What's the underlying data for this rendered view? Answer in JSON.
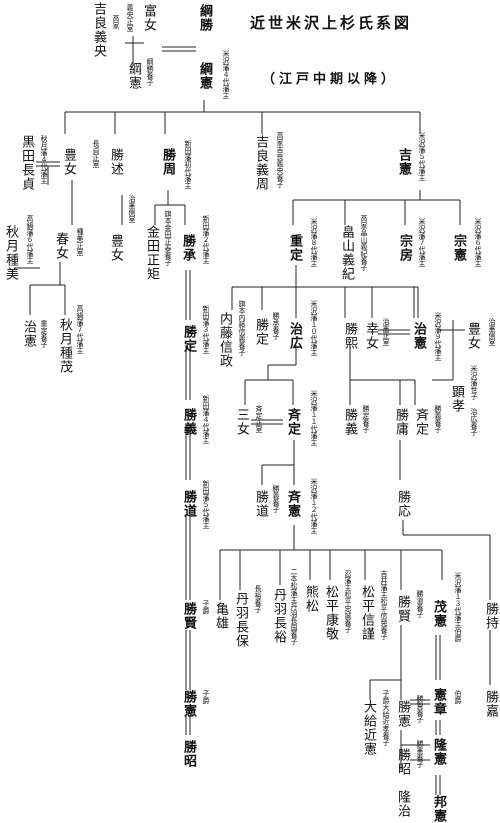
{
  "title": "近世米沢上杉氏系図",
  "subtitle": "（江戸中期以降）",
  "people": {
    "yoshinaka": "吉良義央",
    "tomime": "富女",
    "tsunakatsu": "綱勝",
    "tsunanori": "綱憲",
    "kuroda": "黒田長貞",
    "toyome1": "豊女",
    "katsunobu": "勝述",
    "katsuchika": "勝周",
    "yoshichika": "吉良義周",
    "yoshinori": "吉憲",
    "akizuki1": "秋月種美",
    "harume": "春女",
    "toyome2": "豊女",
    "kaneda": "金田正矩",
    "katsuyoshi": "勝承",
    "shigesada": "重定",
    "hatakeyama": "畠山義紀",
    "munefusa": "宗房",
    "munenori": "宗憲",
    "haruori": "治憲",
    "akizuki2": "秋月種茂",
    "naito": "内藤信政",
    "katsusada1": "勝定",
    "katsusada2": "勝定",
    "haruhiro": "治広",
    "katsuhiro": "勝熙",
    "sachime": "幸女",
    "haruori2": "治憲",
    "toyome3": "豊女",
    "akitaka": "顕孝",
    "sanjo": "三女",
    "narisada": "斉定",
    "katsuyoshi2": "勝義",
    "katsuyoshi3": "勝義",
    "katsuhiro2": "勝庸",
    "narisada2": "斉定",
    "katsumichi1": "勝道",
    "katsumichi2": "勝道",
    "narinori": "斉憲",
    "katsunori": "勝応",
    "kameo": "亀雄",
    "tanba2": "丹羽長保",
    "tanba1": "丹羽長裕",
    "kumamatsu": "熊松",
    "matsudaira1": "松平康敬",
    "matsudaira2": "松平信謹",
    "katsukata": "勝賢",
    "mochinori": "茂憲",
    "katsumochi": "勝持",
    "katsukata2": "勝賢",
    "katsunori2": "勝憲",
    "onokyu": "大給近憲",
    "katsunori3": "勝憲",
    "noriaki": "憲章",
    "katsuyoshi4": "勝嘉",
    "katsuaki": "勝昭",
    "katsuaki2": "勝昭",
    "takanori": "隆憲",
    "takaharu": "隆治",
    "kuninori": "邦憲"
  },
  "notes": {
    "n_tomime": "義央正室",
    "n_yoshinaka": "高家",
    "n_tsunakatsu": "米沢藩４代藩主",
    "n_tsunanori": "綱勝養子",
    "n_kuroda": "秋月藩４代藩主",
    "n_toyome1": "長貞正室",
    "n_katsuchika": "新田藩初代藩主",
    "n_yoshichika": "高家吉良義央養子",
    "n_yoshinori": "米沢藩５代藩主",
    "n_akizuki1": "高鍋藩６代藩主",
    "n_harume": "種美正室",
    "n_toyome2": "治憲側室",
    "n_kaneda": "旗本金田正泰養子",
    "n_katsuyoshi": "新田藩２代藩主",
    "n_shigesada": "米沢藩８代藩主",
    "n_hatakeyama": "高家畠山義紀養子",
    "n_munefusa": "米沢藩７代藩主",
    "n_munenori": "米沢藩６代藩主",
    "n_haruori": "重定養子",
    "n_akizuki2": "高鍋藩７代藩主",
    "n_naito": "旗本内藤信義養子",
    "n_katsusada1": "勝承養子",
    "n_katsusada2": "新田藩３代藩主",
    "n_haruhiro": "米沢藩１０代藩主",
    "n_sachime": "治憲正室",
    "n_haruori2": "米沢藩９代藩主",
    "n_toyome3": "治憲側室",
    "n_akitaka": "米沢藩世子 治広養子",
    "n_sanjo": "斉定正室",
    "n_narisada": "米沢藩１１代藩主",
    "n_katsuyoshi2": "新田藩４代藩主",
    "n_katsuyoshi3": "勝定養子",
    "n_narisada2": "勝義養子",
    "n_katsumichi2": "勝義養子",
    "n_katsumichi1": "新田藩５代藩主",
    "n_narinori": "米沢藩１２代藩主",
    "n_tanba1": "二本松藩主丹羽長国養子",
    "n_tanba2": "長裕養子",
    "n_matsudaira1": "忍藩主松平忠誠養子",
    "n_matsudaira2": "吉井藩主松平信発養子",
    "n_katsukata": "勝道養子",
    "n_mochinori": "米沢藩１３代藩主伯爵",
    "n_kameo": "子爵",
    "n_katsunori2": "子爵",
    "n_onokyu": "子爵大給近孝養子",
    "n_katsunori3": "勝賢養子",
    "n_noriaki": "伯爵",
    "n_takanori": "勝憲養子"
  }
}
